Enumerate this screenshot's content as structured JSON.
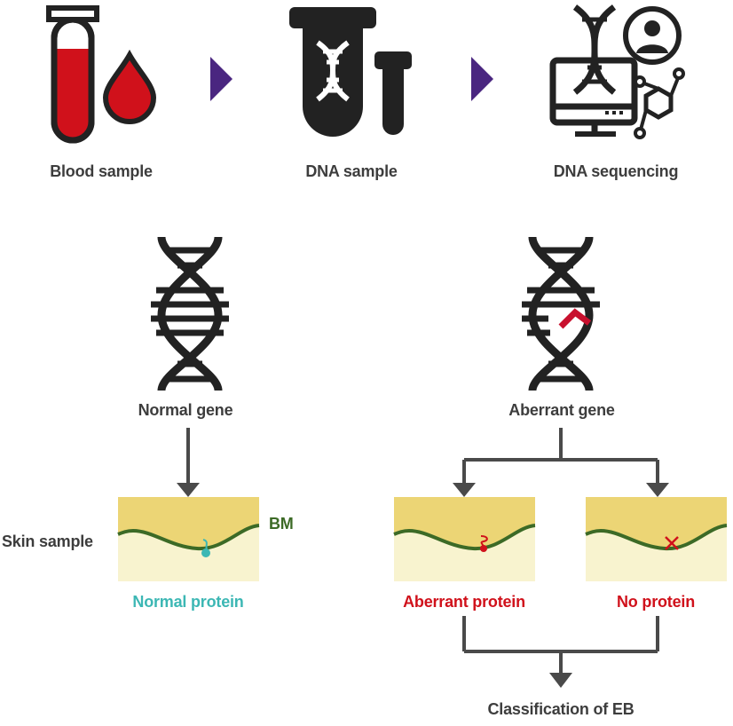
{
  "colors": {
    "dark": "#222222",
    "text": "#3d3d3d",
    "arrow_purple": "#4a2680",
    "blood_red": "#d0111b",
    "skin_top": "#ecd575",
    "skin_bottom": "#f8f3cf",
    "bm_green": "#3c6a26",
    "normal_teal": "#3cb7b4",
    "aberrant_red": "#d0111b",
    "connector_gray": "#4a4a4a"
  },
  "workflow": {
    "steps": [
      {
        "label": "Blood sample",
        "icon": "blood-tube-drop-icon"
      },
      {
        "label": "DNA sample",
        "icon": "dna-tube-icon"
      },
      {
        "label": "DNA sequencing",
        "icon": "dna-sequencing-computer-icon"
      }
    ]
  },
  "genes": {
    "normal": {
      "label": "Normal gene",
      "icon": "dna-helix-icon"
    },
    "aberrant": {
      "label": "Aberrant gene",
      "icon": "dna-helix-mutation-icon"
    }
  },
  "skin": {
    "row_label": "Skin sample",
    "bm_label": "BM",
    "panels": [
      {
        "label": "Normal protein",
        "color": "#3cb7b4",
        "marker": "normal-protein-icon"
      },
      {
        "label": "Aberrant protein",
        "color": "#d0111b",
        "marker": "aberrant-protein-icon"
      },
      {
        "label": "No protein",
        "color": "#d0111b",
        "marker": "no-protein-cross-icon"
      }
    ]
  },
  "outcome": {
    "label": "Classification of EB"
  }
}
